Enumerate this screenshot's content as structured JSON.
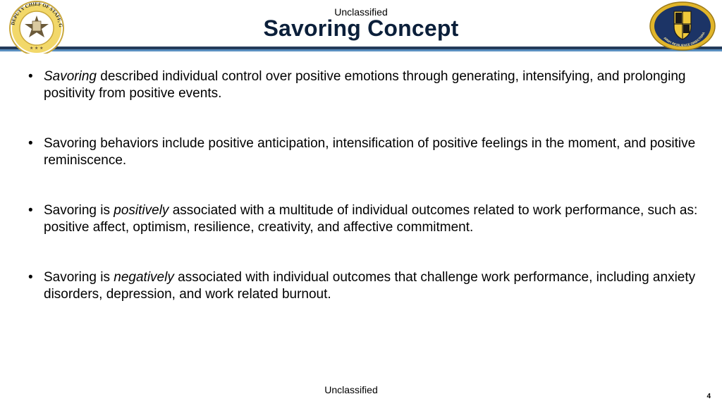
{
  "header": {
    "classification": "Unclassified",
    "title": "Savoring Concept",
    "left_seal_text": "DEPUTY CHIEF OF STAFF, G1",
    "right_seal_text": "ARMY RESILIENCE DIRECTORATE"
  },
  "bullets": [
    {
      "marker": "•",
      "lead_italic": "Savoring",
      "text": " described individual control over positive emotions through generating, intensifying, and prolonging positivity from positive events."
    },
    {
      "marker": "•",
      "text": "Savoring behaviors include positive anticipation, intensification of positive feelings in the moment, and positive reminiscence."
    },
    {
      "marker": "•",
      "pre": "Savoring is ",
      "italic": "positively",
      "post": " associated with a multitude of individual outcomes related to work performance, such as: positive affect, optimism, resilience, creativity, and affective commitment."
    },
    {
      "marker": "•",
      "pre": "Savoring is ",
      "italic": "negatively",
      "post": " associated with individual outcomes that challenge work performance, including anxiety disorders, depression, and work related burnout."
    }
  ],
  "footer": {
    "classification": "Unclassified",
    "page_number": "4"
  },
  "colors": {
    "title": "#0b1f3a",
    "rule_dark": "#243b5a",
    "rule_light": "#5a8fc0",
    "seal_gold": "#d8b43a",
    "seal_navy": "#1c3466"
  },
  "icons": [
    "dcs-g1-seal-icon",
    "resilience-directorate-seal-icon"
  ]
}
